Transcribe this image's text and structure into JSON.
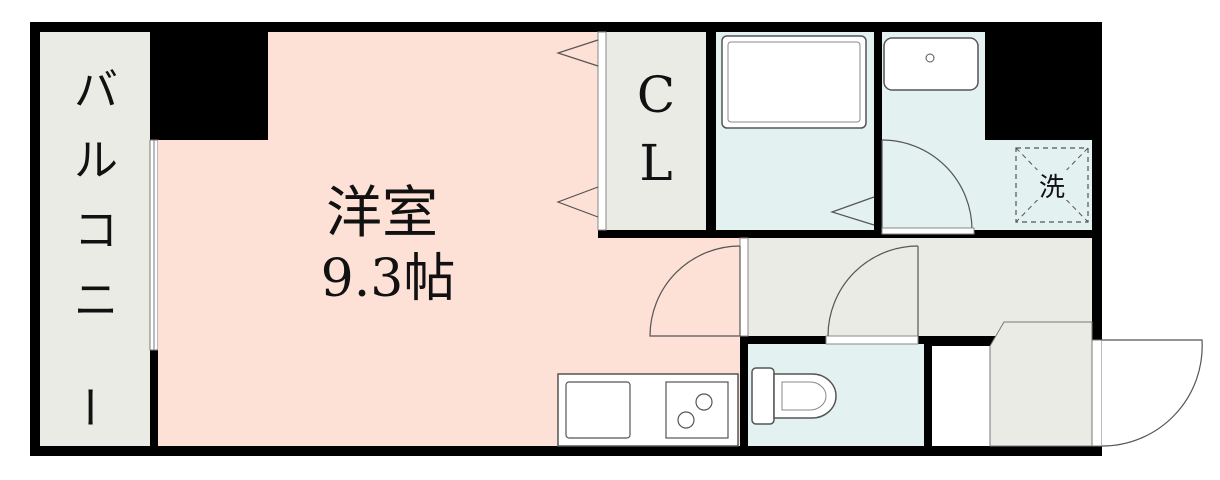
{
  "plan": {
    "balcony_label": "バルコニー",
    "room_name": "洋室",
    "room_size": "9.3帖",
    "closet_label_top": "C",
    "closet_label_bottom": "L",
    "washer_label": "洗"
  },
  "colors": {
    "wall": "#000000",
    "room_fill": "#fde0d6",
    "wet_area_fill": "#e4f1f1",
    "neutral_fill": "#ebebe6",
    "fixture_stroke": "#555555",
    "door_stroke": "#555555"
  }
}
